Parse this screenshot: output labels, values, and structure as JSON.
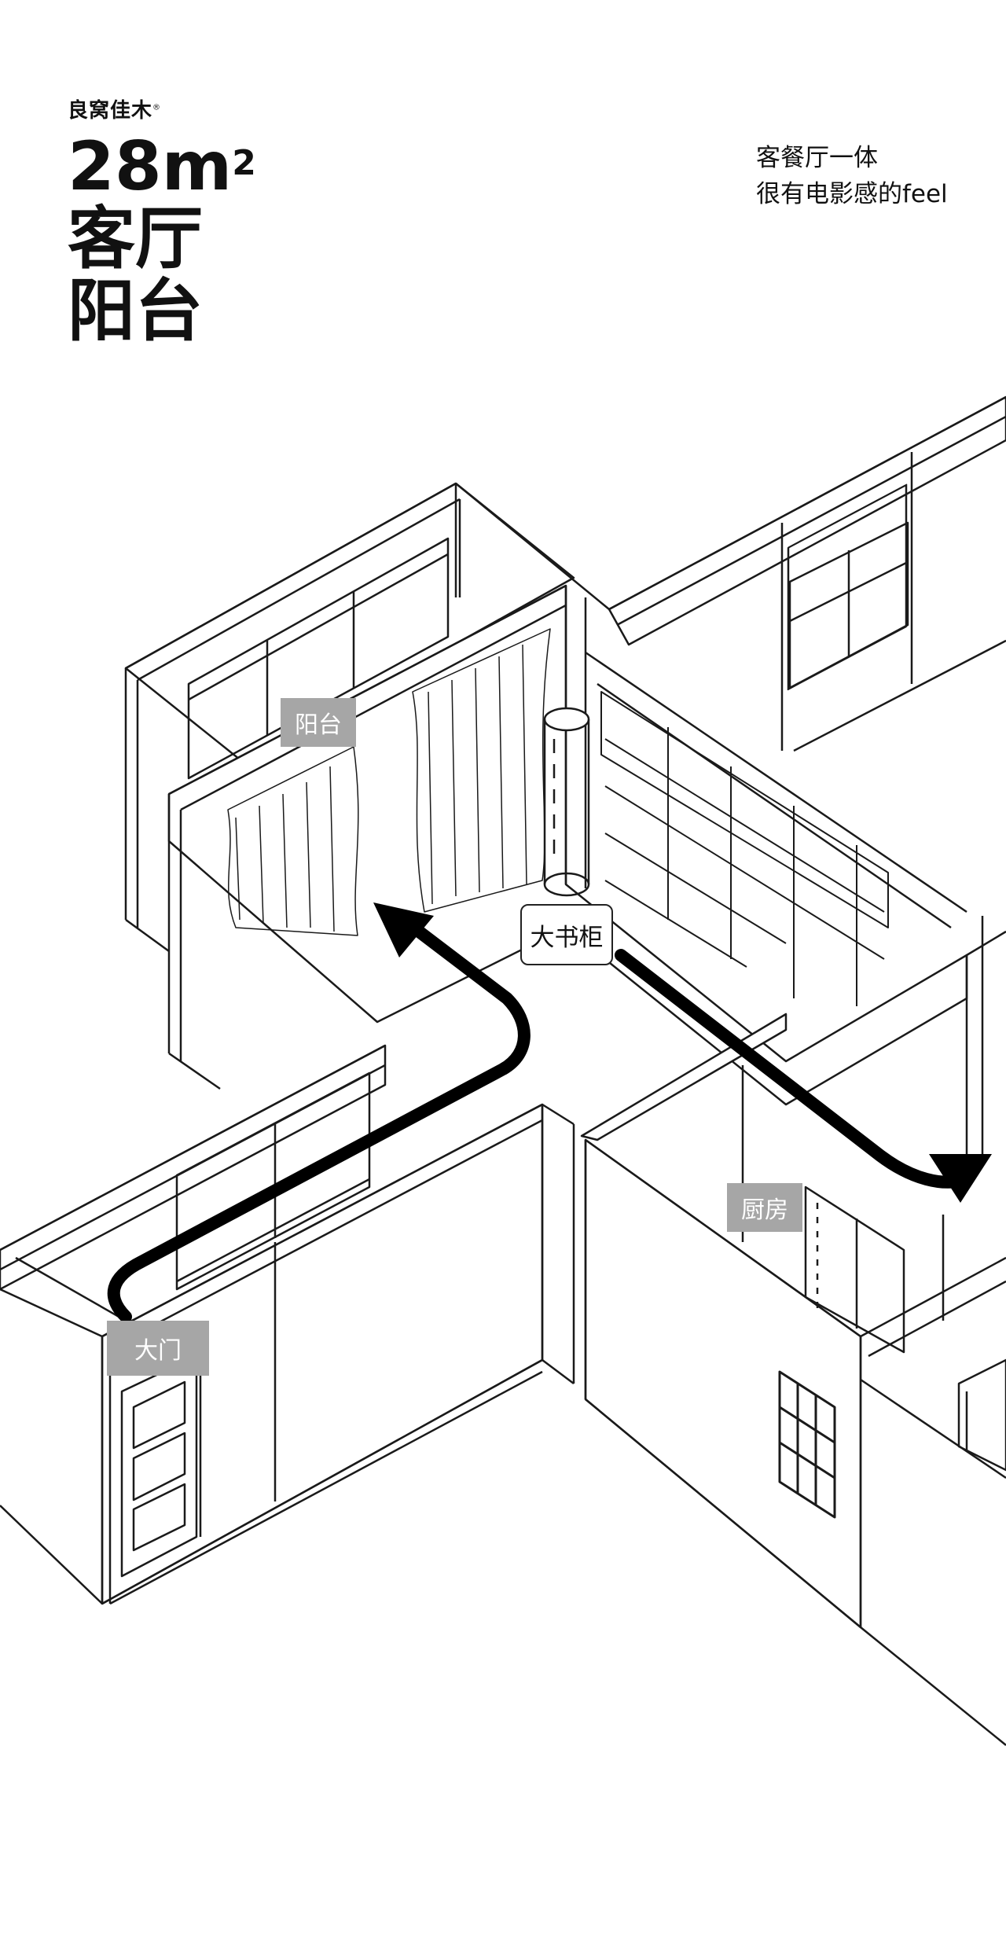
{
  "brand": {
    "name": "良窝佳木",
    "mark": "®"
  },
  "title": {
    "area": "28m",
    "area_sup": "2",
    "line2": "客厅",
    "line3": "阳台"
  },
  "tagline": {
    "line1": "客餐厅一体",
    "line2": "很有电影感的feel"
  },
  "labels": {
    "balcony": "阳台",
    "bookcase": "大书柜",
    "kitchen": "厨房",
    "entrance": "大门"
  },
  "colors": {
    "line": "#1a1a1a",
    "arrow": "#000000",
    "label_bg": "#a6a6a6"
  }
}
